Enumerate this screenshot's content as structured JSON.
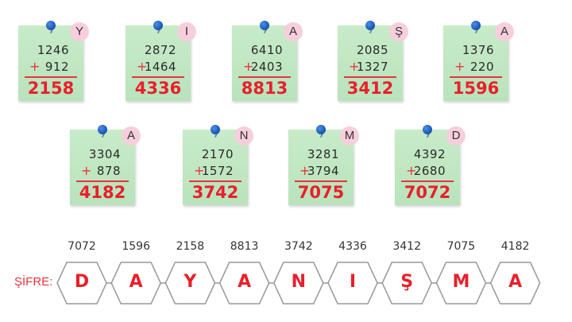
{
  "cards": [
    {
      "letter": "Y",
      "a": "1246",
      "b": "912",
      "sum": "2158"
    },
    {
      "letter": "I",
      "a": "2872",
      "b": "1464",
      "sum": "4336"
    },
    {
      "letter": "A",
      "a": "6410",
      "b": "2403",
      "sum": "8813"
    },
    {
      "letter": "Ş",
      "a": "2085",
      "b": "1327",
      "sum": "3412"
    },
    {
      "letter": "A",
      "a": "1376",
      "b": "220",
      "sum": "1596"
    },
    {
      "letter": "A",
      "a": "3304",
      "b": "878",
      "sum": "4182"
    },
    {
      "letter": "N",
      "a": "2170",
      "b": "1572",
      "sum": "3742"
    },
    {
      "letter": "M",
      "a": "3281",
      "b": "3794",
      "sum": "7075"
    },
    {
      "letter": "D",
      "a": "4392",
      "b": "2680",
      "sum": "7072"
    }
  ],
  "operator": "+",
  "cipher": {
    "label": "ŞİFRE:",
    "codes": [
      "7072",
      "1596",
      "2158",
      "8813",
      "3742",
      "4336",
      "3412",
      "7075",
      "4182"
    ],
    "letters": [
      "D",
      "A",
      "Y",
      "A",
      "N",
      "I",
      "Ş",
      "M",
      "A"
    ]
  },
  "colors": {
    "note": "#bfe6c1",
    "accent_red": "#e8202a",
    "badge_pink": "#f7cfdc",
    "pin_blue": "#1f5fbf",
    "hex_stroke": "#999999"
  }
}
